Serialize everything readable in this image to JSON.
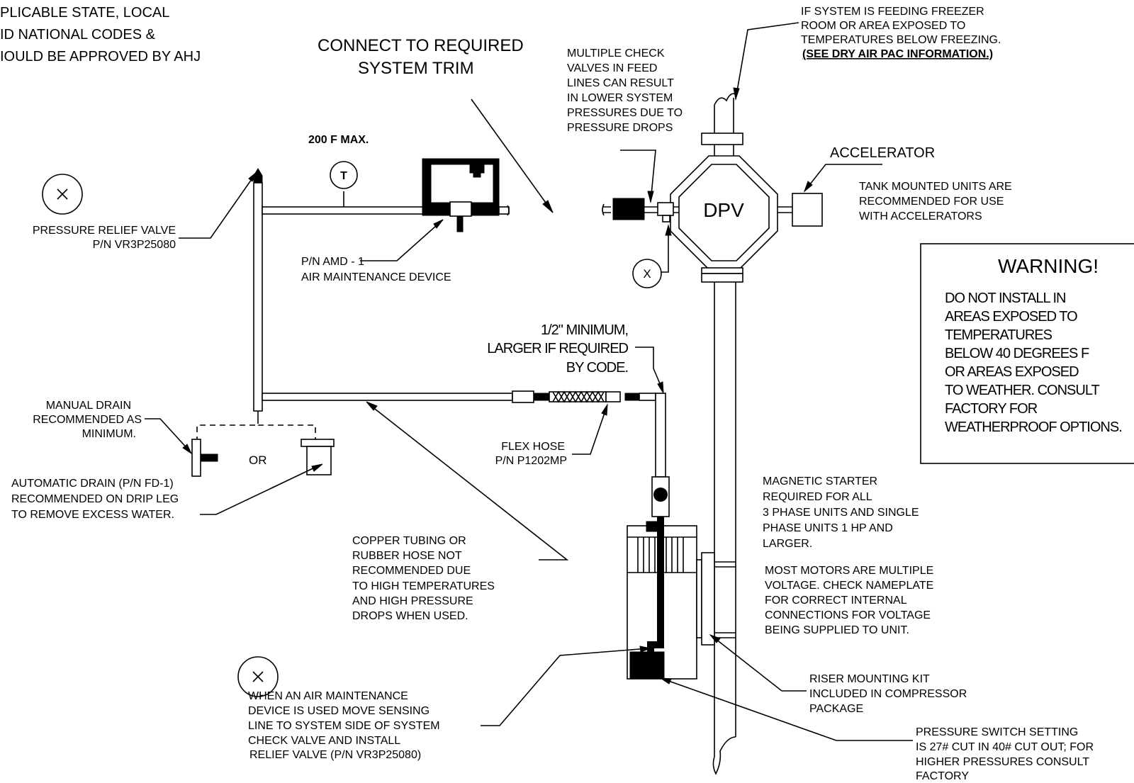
{
  "codes_note": [
    "PLICABLE STATE, LOCAL",
    "ID NATIONAL CODES &",
    "IOULD BE APPROVED BY AHJ"
  ],
  "connect_trim": [
    "CONNECT TO REQUIRED",
    "SYSTEM TRIM"
  ],
  "temp_max": "200 F MAX.",
  "gauge_letter": "T",
  "freezer_note": [
    "IF SYSTEM IS FEEDING FREEZER",
    "ROOM OR AREA EXPOSED TO",
    "TEMPERATURES BELOW FREEZING.",
    "(SEE DRY AIR PAC INFORMATION.)"
  ],
  "check_valves_note": [
    "MULTIPLE CHECK",
    "VALVES IN FEED",
    "LINES CAN RESULT",
    "IN LOWER SYSTEM",
    "PRESSURES DUE TO",
    "PRESSURE DROPS"
  ],
  "accelerator_label": "ACCELERATOR",
  "tank_note": [
    "TANK MOUNTED UNITS ARE",
    "RECOMMENDED FOR USE",
    "WITH ACCELERATORS"
  ],
  "dpv_label": "DPV",
  "x_marker": "X",
  "relief_valve": [
    "PRESSURE RELIEF VALVE",
    "P/N VR3P25080"
  ],
  "amd_note": [
    "P/N AMD - 1",
    "AIR MAINTENANCE DEVICE"
  ],
  "warning": {
    "title": "WARNING!",
    "lines": [
      "DO NOT INSTALL IN",
      "AREAS EXPOSED TO",
      "TEMPERATURES",
      "BELOW 40 DEGREES F",
      "OR AREAS EXPOSED",
      "TO WEATHER. CONSULT",
      "FACTORY FOR",
      "WEATHERPROOF OPTIONS."
    ]
  },
  "min_size_note": [
    "1/2\" MINIMUM,",
    "LARGER IF REQUIRED",
    "BY CODE."
  ],
  "manual_drain": [
    "MANUAL DRAIN",
    "RECOMMENDED AS",
    "MINIMUM."
  ],
  "or_label": "OR",
  "flex_hose": [
    "FLEX HOSE",
    "P/N P1202MP"
  ],
  "auto_drain": [
    "AUTOMATIC DRAIN (P/N FD-1)",
    "RECOMMENDED ON DRIP LEG",
    "TO REMOVE EXCESS WATER."
  ],
  "starter_note": [
    "MAGNETIC STARTER",
    "REQUIRED FOR ALL",
    "3 PHASE UNITS AND SINGLE",
    "PHASE UNITS 1 HP AND",
    "LARGER."
  ],
  "copper_note": [
    "COPPER TUBING OR",
    "RUBBER HOSE NOT",
    "RECOMMENDED DUE",
    "TO HIGH TEMPERATURES",
    "AND HIGH PRESSURE",
    "DROPS WHEN USED."
  ],
  "motors_note": [
    "MOST MOTORS ARE MULTIPLE",
    "VOLTAGE. CHECK NAMEPLATE",
    "FOR CORRECT INTERNAL",
    "CONNECTIONS FOR VOLTAGE",
    "BEING SUPPLIED TO UNIT."
  ],
  "amd_sensing_note": [
    "WHEN AN AIR MAINTENANCE",
    "DEVICE IS USED MOVE SENSING",
    "LINE TO SYSTEM SIDE OF SYSTEM",
    "CHECK VALVE AND INSTALL",
    "RELIEF VALVE (P/N VR3P25080)"
  ],
  "riser_kit": [
    "RISER MOUNTING KIT",
    "INCLUDED IN COMPRESSOR",
    "PACKAGE"
  ],
  "pressure_switch": [
    "PRESSURE SWITCH SETTING",
    "IS 27# CUT IN 40# CUT OUT; FOR",
    "HIGHER PRESSURES CONSULT",
    "FACTORY"
  ]
}
